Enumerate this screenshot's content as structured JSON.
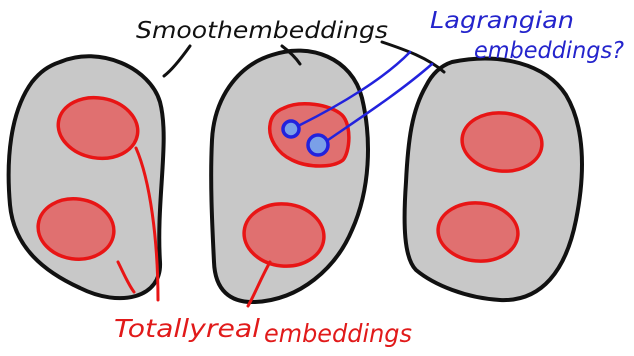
{
  "diagram": {
    "labels": {
      "smooth": "Smoothembeddings",
      "lagrangian_line1": "Lagrangian",
      "lagrangian_line2": "embeddings?",
      "totally_real_part1": "Totallyreal",
      "totally_real_part2": "embeddings"
    },
    "colors": {
      "region_fill": "#c8c8c8",
      "outline": "#111111",
      "totally_real_fill": "#e07070",
      "totally_real_stroke": "#e81515",
      "lagrangian_fill": "#7aa0e8",
      "lagrangian_stroke": "#2222dd",
      "leader_red": "#e81515",
      "leader_blue": "#2222dd"
    }
  }
}
